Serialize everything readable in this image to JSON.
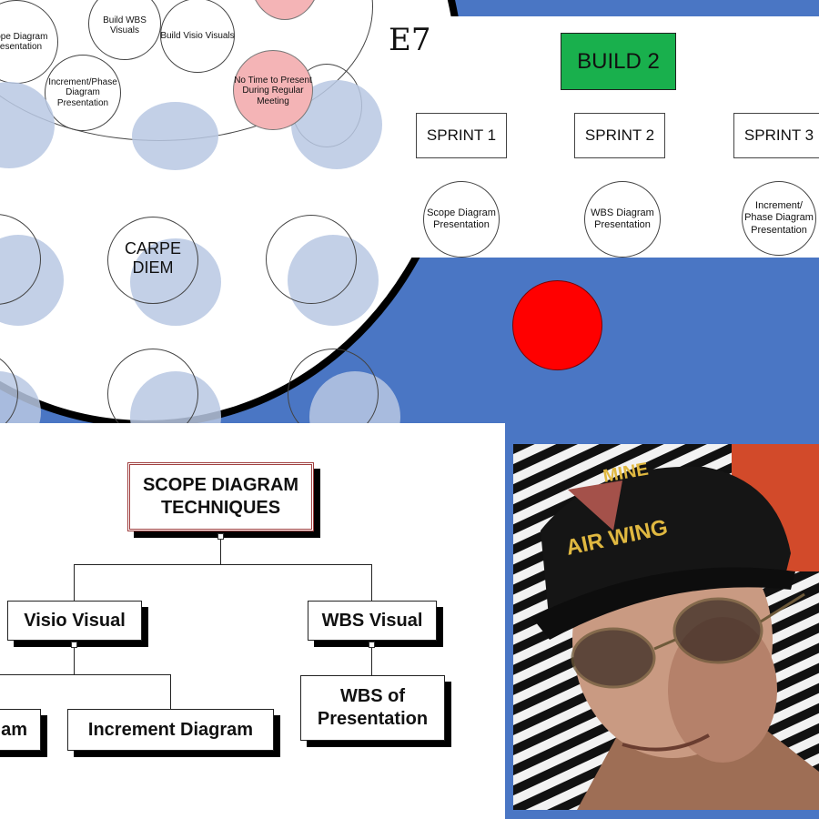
{
  "collage": {
    "circles": {
      "scope_diagram_presentation": "Scope Diagram Presentation",
      "build_wbs_visuals": "Build WBS Visuals",
      "build_visio_visuals": "Build Visio Visuals",
      "increment_phase_diagram_presentation": "Increment/Phase Diagram Presentation",
      "no_time_to_present": "No Time to Present During Regular Meeting",
      "carpe_diem": "CARPE DIEM"
    }
  },
  "sprint_panel": {
    "label": "E7",
    "build": "BUILD 2",
    "sprints": [
      "SPRINT 1",
      "SPRINT 2",
      "SPRINT 3"
    ],
    "presentations": [
      "Scope Diagram Presentation",
      "WBS Diagram Presentation",
      "Increment/ Phase Diagram Presentation"
    ],
    "build_color": "#19b04d"
  },
  "scope_diagram": {
    "root": "SCOPE DIAGRAM TECHNIQUES",
    "visio_visual": "Visio Visual",
    "wbs_visual": "WBS Visual",
    "visio_child_partial": "am",
    "increment_diagram": "Increment Diagram",
    "wbs_of_presentation": "WBS of Presentation"
  },
  "photo": {
    "cap_text": "AIR WING",
    "cap_text_top": "MINE"
  },
  "colors": {
    "background": "#4a76c4",
    "red_dot": "#ff0000",
    "pink_circle": "#f4b4b6"
  }
}
